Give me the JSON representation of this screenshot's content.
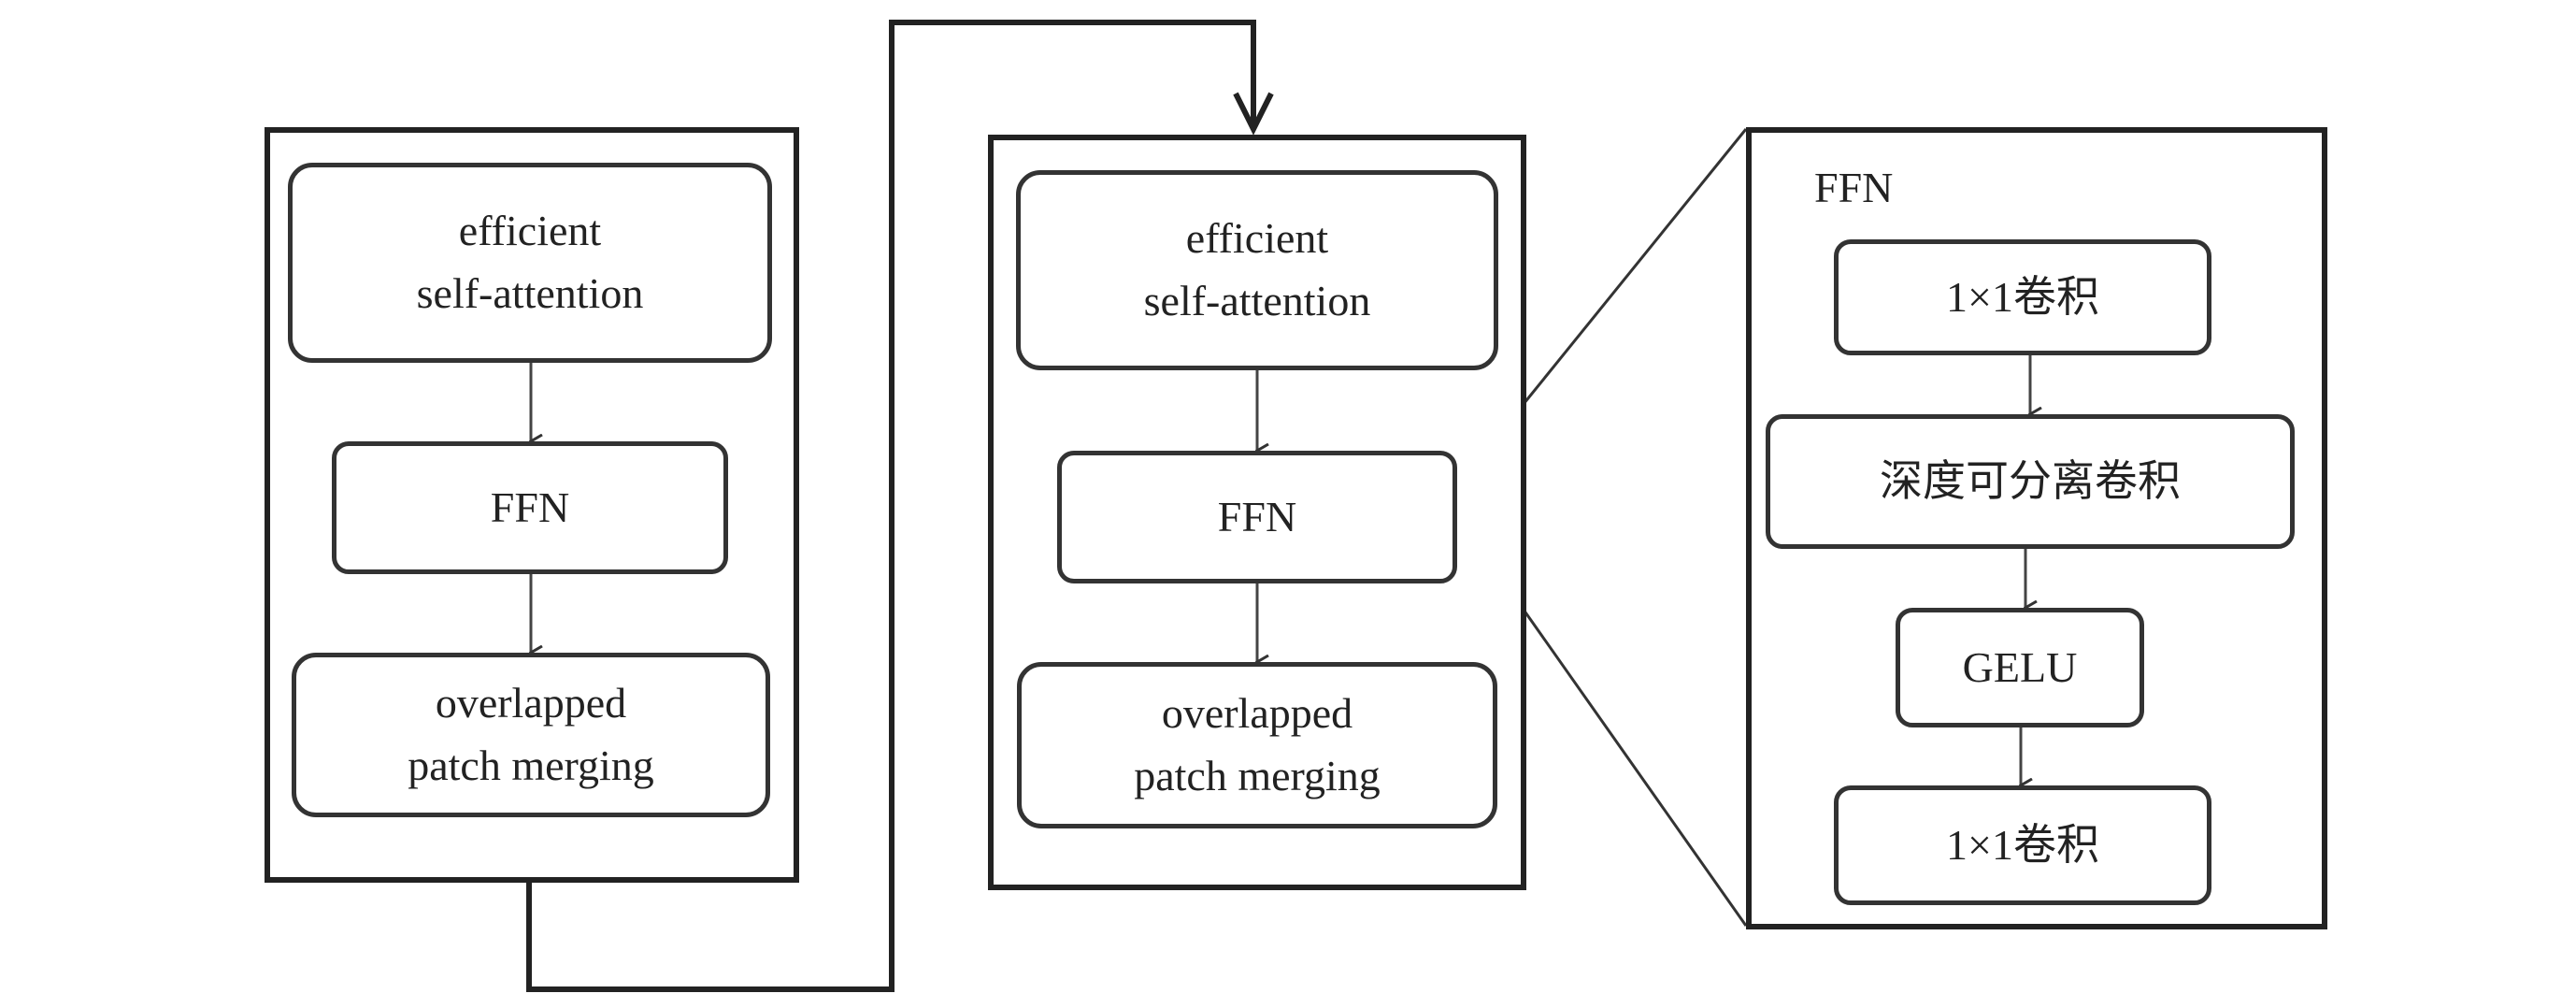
{
  "left_block": {
    "attention": "efficient\nself-attention",
    "ffn": "FFN",
    "merging": "overlapped\npatch merging"
  },
  "middle_block": {
    "attention": "efficient\nself-attention",
    "ffn": "FFN",
    "merging": "overlapped\npatch merging"
  },
  "ffn_detail": {
    "title": "FFN",
    "step1": "1×1卷积",
    "step2": "深度可分离卷积",
    "step3": "GELU",
    "step4": "1×1卷积"
  },
  "colors": {
    "stroke": "#222222",
    "background": "#ffffff"
  }
}
